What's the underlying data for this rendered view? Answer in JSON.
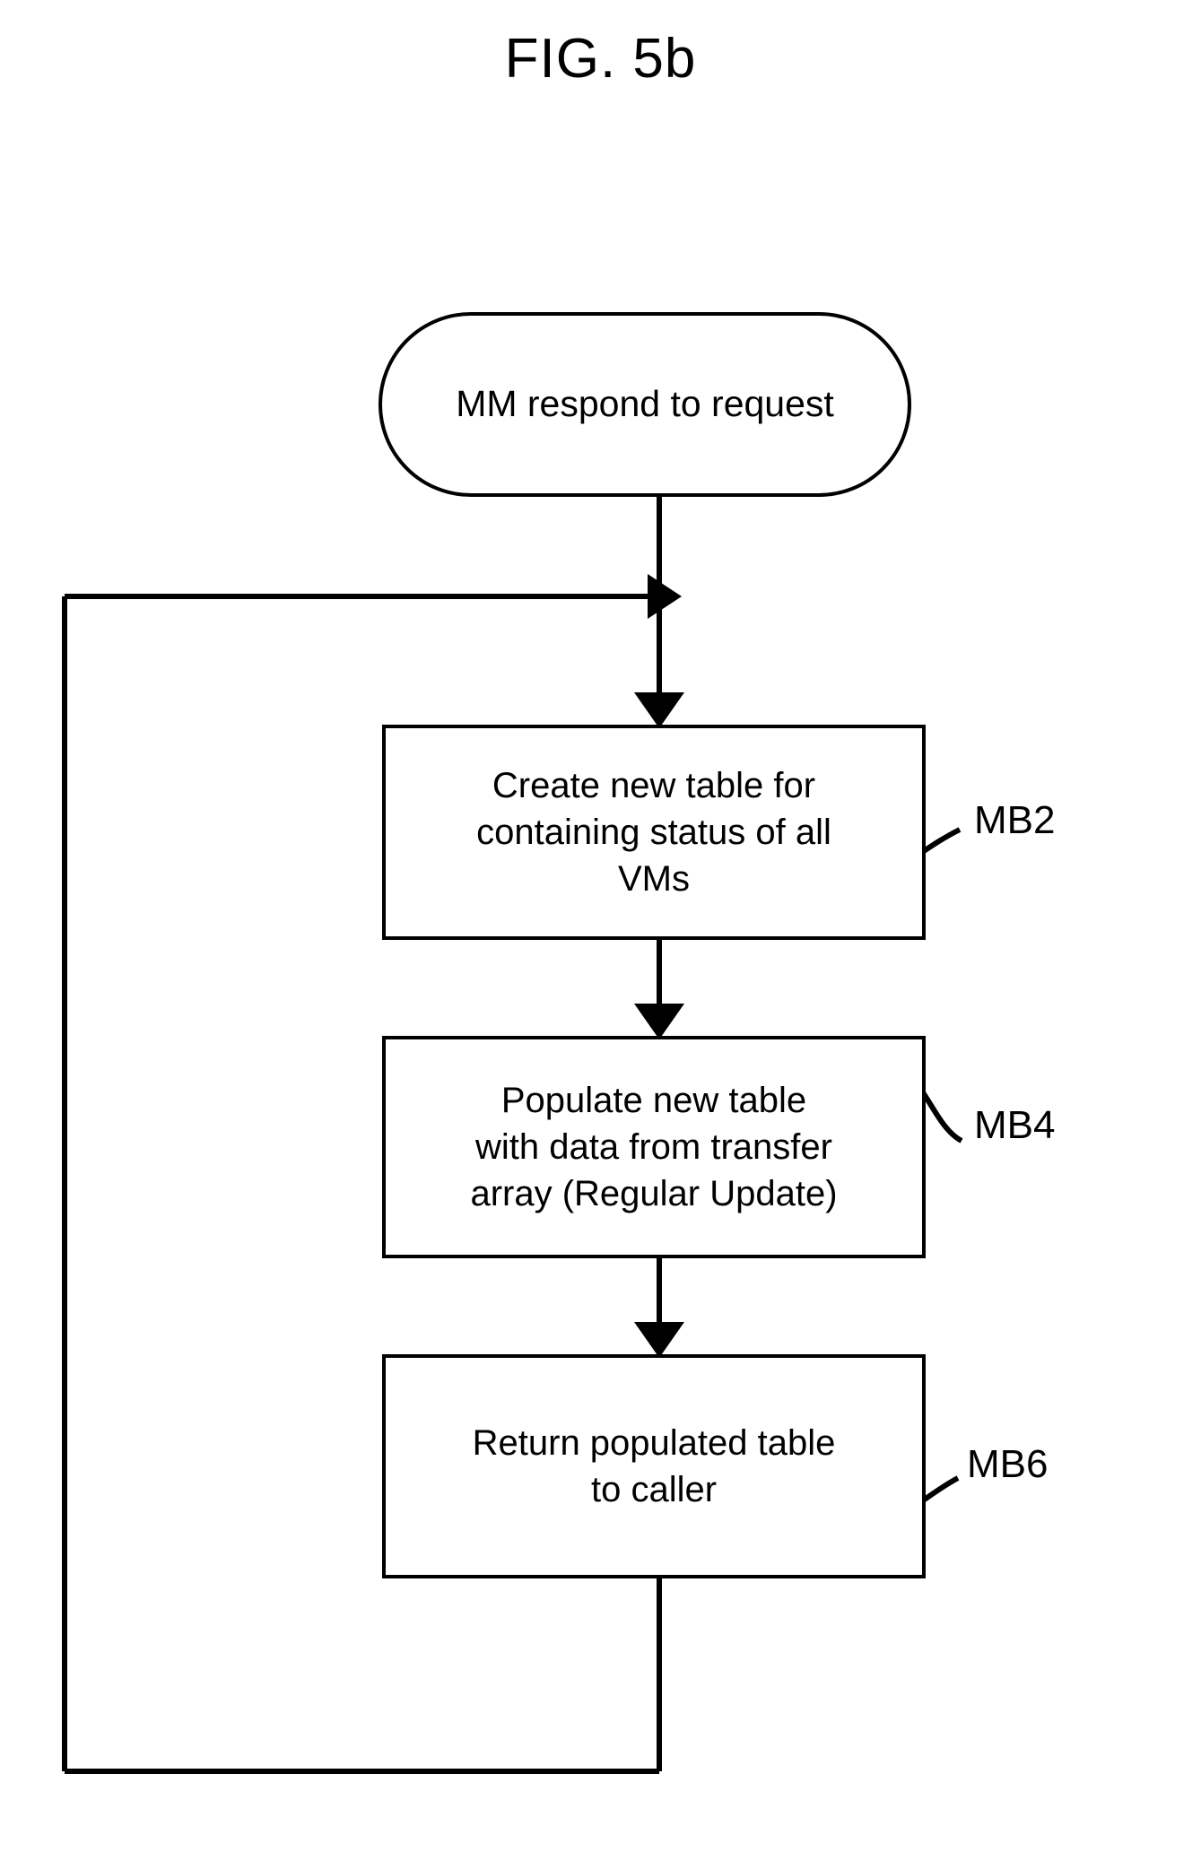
{
  "figure": {
    "title": "FIG. 5b",
    "type": "flowchart",
    "stroke_color": "#000000",
    "background_color": "#ffffff"
  },
  "nodes": [
    {
      "id": "start",
      "shape": "terminator",
      "text": "MM respond to request",
      "ref": ""
    },
    {
      "id": "mb2",
      "shape": "process",
      "text": "Create new table for\ncontaining status of all\nVMs",
      "ref": "MB2"
    },
    {
      "id": "mb4",
      "shape": "process",
      "text": "Populate new table\nwith data from transfer\narray (Regular Update)",
      "ref": "MB4"
    },
    {
      "id": "mb6",
      "shape": "process",
      "text": "Return populated table\nto caller",
      "ref": "MB6"
    }
  ],
  "ref_labels": {
    "mb2": "MB2",
    "mb4": "MB4",
    "mb6": "MB6"
  },
  "edges": [
    {
      "id": "start-to-merge",
      "from": "start",
      "to": "merge-point",
      "arrow": "none"
    },
    {
      "id": "merge-to-mb2",
      "from": "merge-point",
      "to": "mb2",
      "arrow": "down"
    },
    {
      "id": "mb2-to-mb4",
      "from": "mb2",
      "to": "mb4",
      "arrow": "down"
    },
    {
      "id": "mb4-to-mb6",
      "from": "mb4",
      "to": "mb6",
      "arrow": "down"
    },
    {
      "id": "mb6-feedback-loop",
      "from": "mb6",
      "to": "merge-point",
      "arrow": "right"
    }
  ]
}
